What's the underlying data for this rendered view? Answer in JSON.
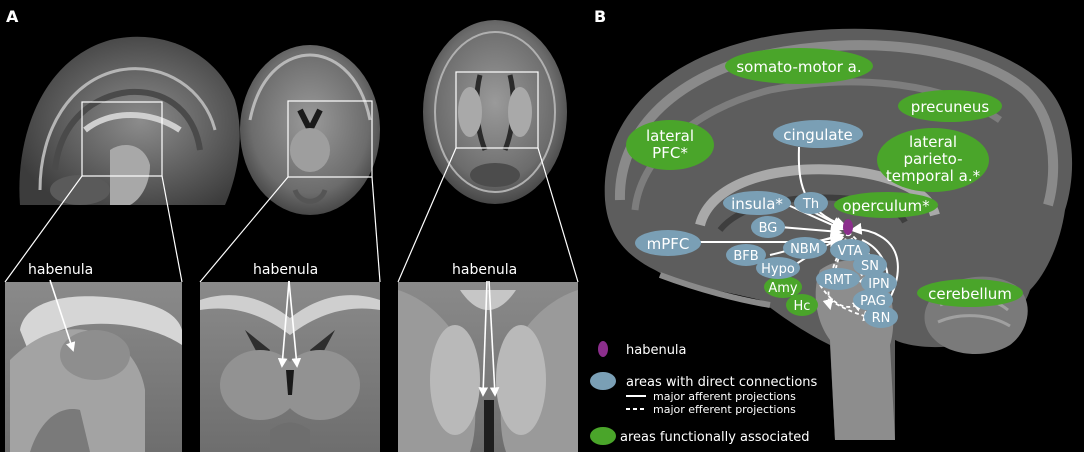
{
  "panels": {
    "a_letter": "A",
    "b_letter": "B"
  },
  "panel_a": {
    "zoom_labels": [
      "habenula",
      "habenula",
      "habenula"
    ]
  },
  "panel_b": {
    "green_areas": {
      "somato": "somato-motor a.",
      "precuneus": "precuneus",
      "lateral_pfc_1": "lateral",
      "lateral_pfc_2": "PFC*",
      "parieto_1": "lateral",
      "parieto_2": "parieto-",
      "parieto_3": "temporal a.*",
      "operculum": "operculum*",
      "cerebellum": "cerebellum",
      "amy": "Amy",
      "hc": "Hc"
    },
    "blue_areas": {
      "cingulate": "cingulate",
      "insula": "insula*",
      "th": "Th",
      "bg": "BG",
      "mpfc": "mPFC",
      "nbm": "NBM",
      "vta": "VTA",
      "bfb": "BFB",
      "hypo": "Hypo",
      "sn": "SN",
      "rmt": "RMT",
      "ipn": "IPN",
      "pag": "PAG",
      "rn": "RN"
    }
  },
  "legend": {
    "habenula": "habenula",
    "direct": "areas with direct connections",
    "afferent": "major afferent projections",
    "efferent": "major efferent projections",
    "functional": "areas functionally associated"
  },
  "colors": {
    "habenula": "#8b2e8c",
    "blue_area": "#7a9fb5",
    "green_area": "#4aa52a",
    "background": "#000000"
  }
}
